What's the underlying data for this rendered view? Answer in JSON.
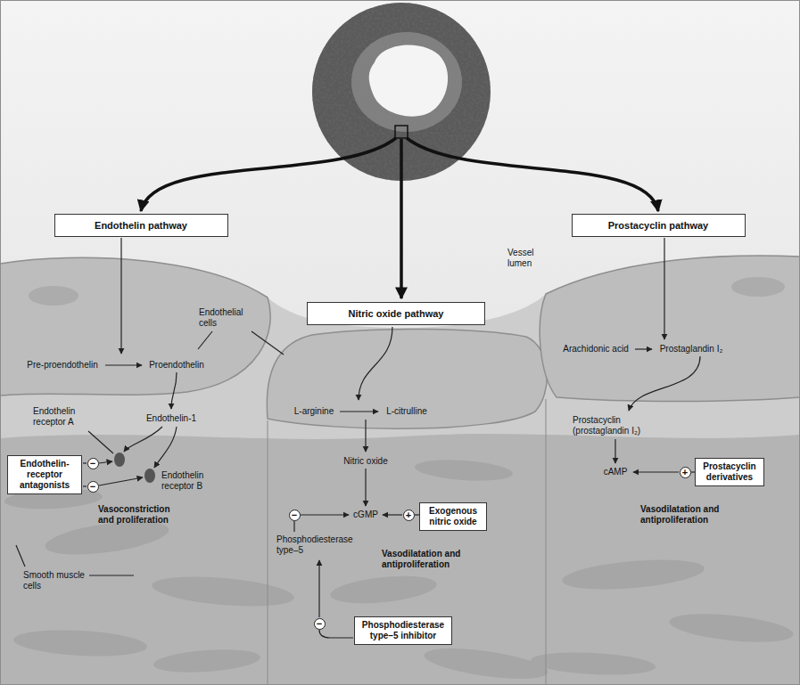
{
  "diagram": {
    "nodes": [
      {
        "text": [
          "Endothelin pathway"
        ]
      },
      {
        "text": [
          "Nitric oxide pathway"
        ]
      },
      {
        "text": [
          "Prostacyclin pathway"
        ]
      },
      {
        "text": [
          "Endothelin-receptor antagonists"
        ]
      },
      {
        "text": [
          "Exogenous nitric oxide"
        ]
      },
      {
        "text": [
          "Phosphodiesterase type–5 inhibitor"
        ]
      },
      {
        "text": [
          "Prostacyclin derivatives"
        ]
      }
    ],
    "labels": [
      "Vessel lumen",
      "Endothelial cells",
      "Pre-proendothelin",
      "Proendothelin",
      "Endothelin-1",
      "Endothelin receptor A",
      "Endothelin receptor B",
      "Vasoconstriction and proliferation",
      "Smooth muscle cells",
      "L-arginine",
      "L-citrulline",
      "Nitric oxide",
      "cGMP",
      "Phosphodiesterase type–5",
      "Vasodilatation and antiproliferation",
      "Arachidonic acid",
      "Prostaglandin I₂",
      "Prostacyclin (prostaglandin I₂)",
      "cAMP",
      "Vasodilatation and antiproliferation",
      "−",
      "−",
      "−",
      "+",
      "−",
      "+"
    ]
  }
}
